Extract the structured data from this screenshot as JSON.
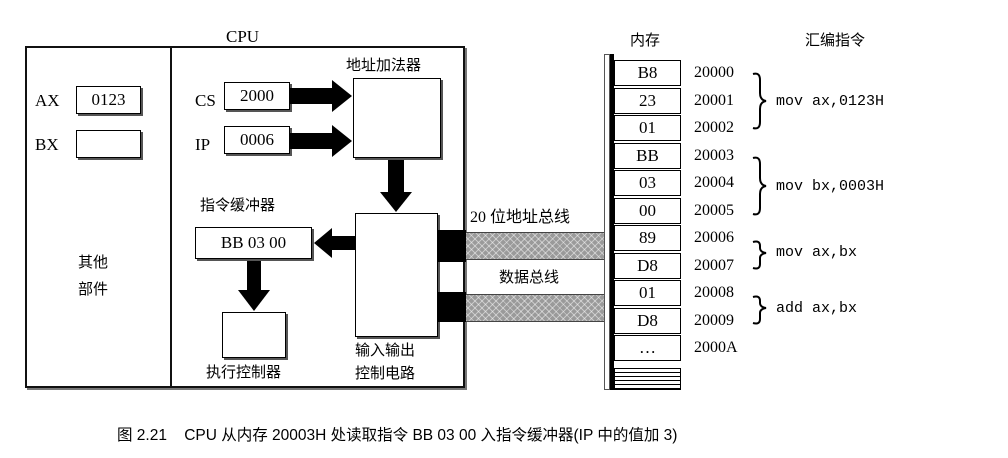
{
  "cpu": {
    "title": "CPU",
    "registers": [
      {
        "name": "AX",
        "value": "0123"
      },
      {
        "name": "BX",
        "value": ""
      },
      {
        "name": "CS",
        "value": "2000"
      },
      {
        "name": "IP",
        "value": "0006"
      }
    ],
    "address_adder_label": "地址加法器",
    "instruction_buffer_label": "指令缓冲器",
    "instruction_buffer_value": "BB 03 00",
    "exec_controller_label": "执行控制器",
    "io_circuit_label_line1": "输入输出",
    "io_circuit_label_line2": "控制电路",
    "other_parts_line1": "其他",
    "other_parts_line2": "部件"
  },
  "buses": {
    "address_bus_label": "20 位地址总线",
    "data_bus_label": "数据总线"
  },
  "memory": {
    "title": "内存",
    "cells": [
      "B8",
      "23",
      "01",
      "BB",
      "03",
      "00",
      "89",
      "D8",
      "01",
      "D8",
      "…"
    ],
    "addresses": [
      "20000",
      "20001",
      "20002",
      "20003",
      "20004",
      "20005",
      "20006",
      "20007",
      "20008",
      "20009",
      "2000A"
    ]
  },
  "assembly": {
    "title": "汇编指令",
    "instructions": [
      {
        "text": "mov ax,0123H",
        "from": "20000",
        "to": "20002"
      },
      {
        "text": "mov bx,0003H",
        "from": "20003",
        "to": "20005"
      },
      {
        "text": "mov ax,bx",
        "from": "20006",
        "to": "20007"
      },
      {
        "text": "add ax,bx",
        "from": "20008",
        "to": "20009"
      }
    ]
  },
  "caption": "图 2.21    CPU 从内存 20003H 处读取指令 BB 03 00 入指令缓冲器(IP 中的值加 3)"
}
